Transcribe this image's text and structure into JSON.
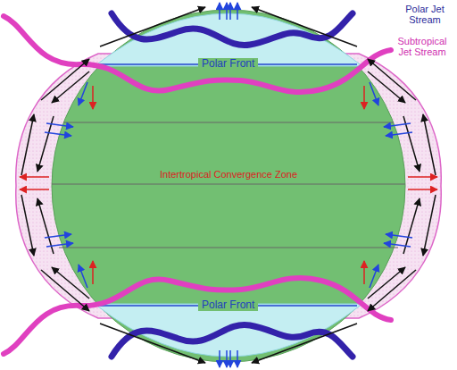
{
  "diagram": {
    "labels": [
      "Polar Jet Stream",
      "Polar Front",
      "Subtropical Jet Stream",
      "Intertropical Convergence Zone",
      "Polar Front"
    ]
  }
}
